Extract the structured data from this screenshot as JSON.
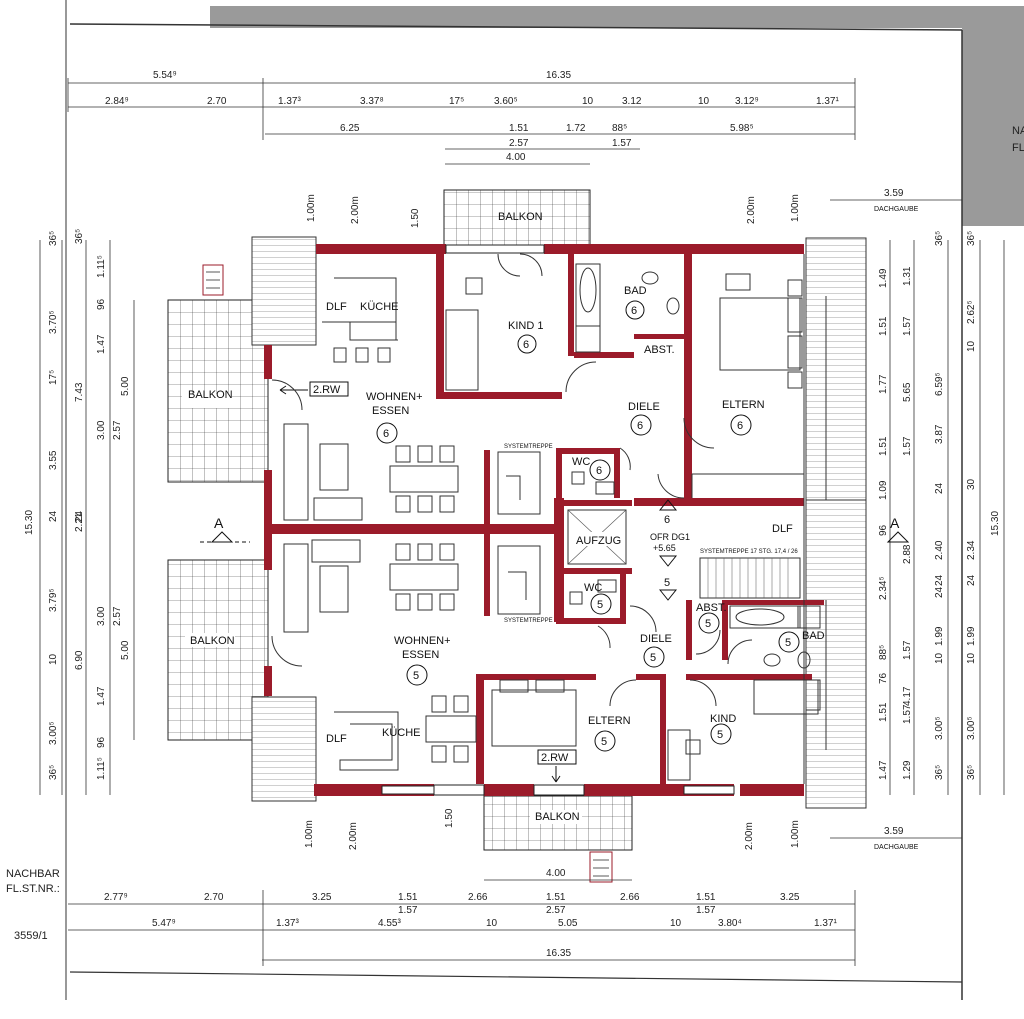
{
  "colors": {
    "wall": "#9b1b2a",
    "paper": "#ffffff",
    "shade": "#9a9a9a",
    "ink": "#222222"
  },
  "top_dims": {
    "r1": [
      "5.54⁹",
      "16.35"
    ],
    "r2": [
      "2.84⁹",
      "2.70",
      "1.37³",
      "3.37⁸",
      "17⁵",
      "3.60⁵",
      "10",
      "3.12",
      "10",
      "3.12⁹",
      "1.37¹"
    ],
    "r3": [
      "6.25",
      "1.51",
      "1.72",
      "88⁵",
      "5.98⁵"
    ],
    "r4": [
      "2.57",
      "1.57"
    ],
    "r5": [
      "4.00"
    ]
  },
  "right_top": {
    "width": "3.59",
    "label": "DACHGAUBE"
  },
  "right_bottom": {
    "width": "3.59",
    "label": "DACHGAUBE"
  },
  "vert_inside": {
    "upper_left": [
      "1.00m",
      "2.00m"
    ],
    "upper_mid": "1.50",
    "upper_right": [
      "2.00m",
      "1.00m"
    ],
    "lower_left": [
      "1.00m",
      "2.00m"
    ],
    "lower_mid": "1.50",
    "lower_right": [
      "2.00m",
      "1.00m"
    ]
  },
  "left_dims": {
    "c1": [
      "36⁵",
      "3.70⁵",
      "17⁵",
      "3.55",
      "24",
      "3.79⁵",
      "10",
      "3.00⁵",
      "36⁵"
    ],
    "c2": [
      "15.30"
    ],
    "c3": [
      "36⁵",
      "1.11⁵",
      "96",
      "1.47",
      "7.43",
      "3.00",
      "24",
      "2.21",
      "3.00",
      "6.90",
      "1.47",
      "96",
      "1.11⁵"
    ],
    "c4": [
      "5.00",
      "2.57",
      "2.57",
      "5.00"
    ]
  },
  "right_dims": {
    "c1": [
      "1.49",
      "1.51",
      "1.77",
      "1.51",
      "1.09",
      "96",
      "2.34⁵",
      "88⁵",
      "76",
      "1.51",
      "1.47"
    ],
    "c2": [
      "1.31",
      "1.57",
      "5.65",
      "1.57",
      "24",
      "2.88",
      "1.57",
      "4.17",
      "1.57",
      "1.29"
    ],
    "c3": [
      "36⁵",
      "6.59⁵",
      "3.87",
      "24",
      "2.40",
      "24",
      "10",
      "1.99",
      "3.00⁵",
      "36⁵"
    ],
    "c4": [
      "36⁵",
      "2.62⁵",
      "10",
      "30",
      "2.34",
      "24",
      "10",
      "1.99",
      "3.00⁵",
      "36⁵"
    ],
    "c5": [
      "15.30"
    ]
  },
  "bottom_dims": {
    "r0": [
      "4.00"
    ],
    "r1": [
      "2.77⁹",
      "2.70",
      "3.25",
      "1.51",
      "2.66",
      "1.51",
      "2.66",
      "1.51",
      "3.25"
    ],
    "r2": [
      "1.57",
      "2.57",
      "1.57"
    ],
    "r3": [
      "5.47⁹",
      "1.37³",
      "4.55³",
      "10",
      "5.05",
      "10",
      "3.80⁴",
      "1.37¹"
    ],
    "r4": [
      "16.35"
    ]
  },
  "neighbor": {
    "line1": "NACHBAR",
    "line2": "FL.ST.NR.:",
    "number": "3559/1",
    "right_partial_1": "NA",
    "right_partial_2": "FL"
  },
  "section_marker": "A",
  "rooms_upper": [
    {
      "id": "dlf_u",
      "label": "DLF"
    },
    {
      "id": "kueche_u",
      "label": "KÜCHE"
    },
    {
      "id": "kind1",
      "label": "KIND 1",
      "num": "6"
    },
    {
      "id": "bad_u",
      "label": "BAD",
      "num": "6"
    },
    {
      "id": "abst_u",
      "label": "ABST."
    },
    {
      "id": "wohnen_u",
      "label": "WOHNEN+",
      "label2": "ESSEN",
      "num": "6"
    },
    {
      "id": "diele_u",
      "label": "DIELE",
      "num": "6"
    },
    {
      "id": "eltern_u",
      "label": "ELTERN",
      "num": "6"
    },
    {
      "id": "wc_u",
      "label": "WC",
      "num": "6"
    },
    {
      "id": "balkon_top",
      "label": "BALKON"
    },
    {
      "id": "balkon_left_u",
      "label": "BALKON"
    }
  ],
  "rooms_lower": [
    {
      "id": "dlf_l",
      "label": "DLF"
    },
    {
      "id": "kueche_l",
      "label": "KÜCHE"
    },
    {
      "id": "wohnen_l",
      "label": "WOHNEN+",
      "label2": "ESSEN",
      "num": "5"
    },
    {
      "id": "diele_l",
      "label": "DIELE",
      "num": "5"
    },
    {
      "id": "eltern_l",
      "label": "ELTERN",
      "num": "5"
    },
    {
      "id": "kind_l",
      "label": "KIND",
      "num": "5"
    },
    {
      "id": "bad_l",
      "label": "BAD",
      "num": "5"
    },
    {
      "id": "abst_l",
      "label": "ABST.",
      "num": "5"
    },
    {
      "id": "wc_l",
      "label": "WC",
      "num": "5"
    },
    {
      "id": "balkon_bottom",
      "label": "BALKON"
    },
    {
      "id": "balkon_left_l",
      "label": "BALKON"
    }
  ],
  "core": {
    "aufzug": "AUFZUG",
    "ofr": "OFR DG1",
    "level": "+5.65",
    "stair_up": "6",
    "stair_down": "5",
    "dlf_right": "DLF",
    "systemtreppe": "SYSTEMTREPPE",
    "systemtreppe_note": "SYSTEMTREPPE 17 STG. 17,4 / 26"
  },
  "tags": {
    "rw_upper": "2.RW",
    "rw_lower": "2.RW"
  }
}
